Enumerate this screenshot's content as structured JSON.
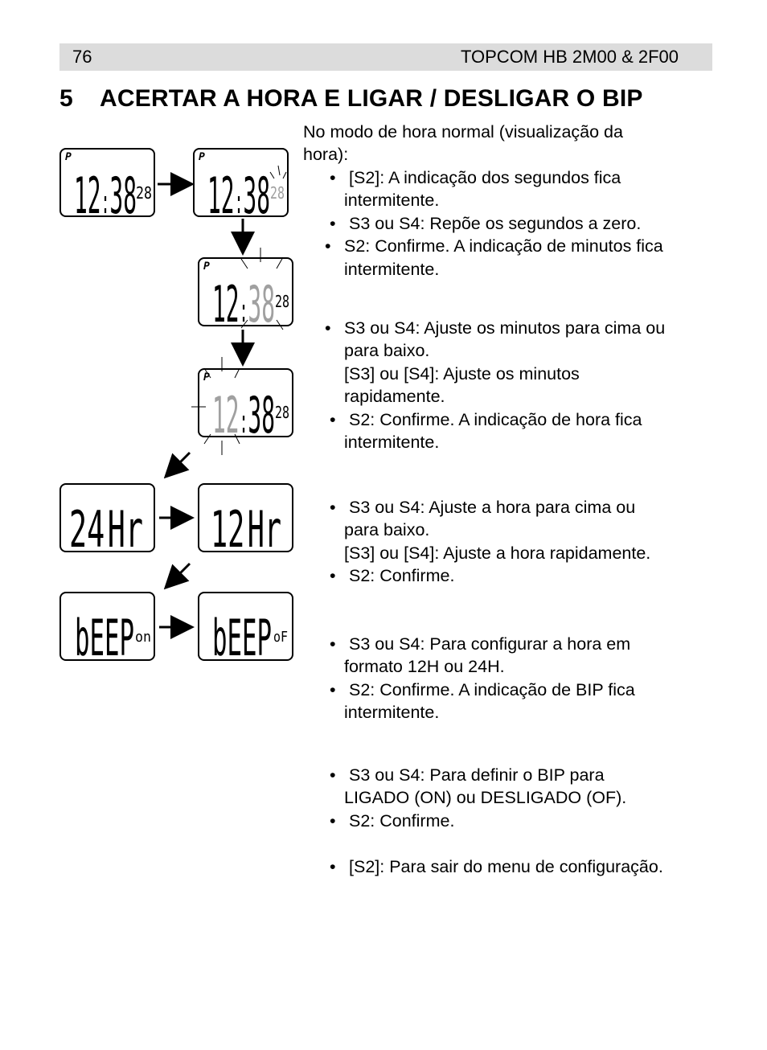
{
  "header": {
    "page_number": "76",
    "doc_title": "TOPCOM HB 2M00 & 2F00"
  },
  "section": {
    "number": "5",
    "title": "ACERTAR A HORA E LIGAR / DESLIGAR O BIP"
  },
  "intro": {
    "line1": "No modo de hora normal (visualização da",
    "line2": "hora):"
  },
  "steps": {
    "s1": {
      "b1a": "[S2]: A indicação dos segundos fica",
      "b1b": "intermitente.",
      "b2": "S3 ou S4: Repõe os segundos a zero.",
      "b3a": "S2: Confirme. A indicação de minutos fica",
      "b3b": "intermitente."
    },
    "s2": {
      "b1a": "S3 ou S4: Ajuste os minutos para cima ou",
      "b1b": "para baixo.",
      "b1c": "[S3] ou [S4]: Ajuste os minutos",
      "b1d": "rapidamente.",
      "b2a": "S2: Confirme. A indicação de hora fica",
      "b2b": "intermitente."
    },
    "s3": {
      "b1a": "S3 ou S4: Ajuste a hora para cima ou",
      "b1b": "para baixo.",
      "b1c": "[S3] ou [S4]: Ajuste a hora rapidamente.",
      "b2": "S2: Confirme."
    },
    "s4": {
      "b1a": "S3 ou S4: Para configurar a hora em",
      "b1b": "formato 12H ou 24H.",
      "b2a": "S2: Confirme. A indicação de BIP fica",
      "b2b": "intermitente."
    },
    "s5": {
      "b1a": "S3 ou S4: Para definir o BIP para",
      "b1b": "LIGADO (ON) ou DESLIGADO (OF).",
      "b2": "S2: Confirme."
    },
    "s6": {
      "b1": "[S2]: Para sair do menu de configuração."
    }
  },
  "bullet": "•",
  "lcd": {
    "p_label": "P",
    "hours": "12",
    "minutes": "38",
    "seconds": "28",
    "fmt24": "24",
    "fmt12": "12",
    "hr": "Hr",
    "beep": "bEEP",
    "beep_on": "on",
    "beep_off": "oF"
  },
  "colors": {
    "header_bg": "#dcdcdc",
    "lcd_border": "#000000",
    "flash_gray": "#a0a0a0"
  }
}
